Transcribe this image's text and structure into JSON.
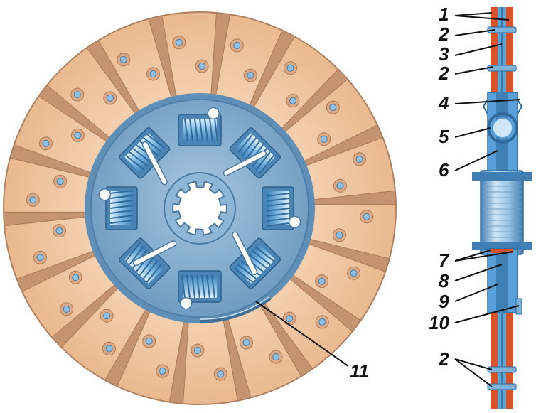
{
  "diagram": {
    "part_numbers": [
      "1",
      "2",
      "3",
      "2",
      "4",
      "5",
      "6",
      "7",
      "8",
      "9",
      "10",
      "2",
      "11"
    ]
  },
  "colors": {
    "lining": "#f2c8a3",
    "lining_shadow": "#c49470",
    "lining_edge": "#a87a5a",
    "hub_plate": "#7fa8c9",
    "hub_plate_dark": "#4c7aa0",
    "spring": "#5aa0d8",
    "spring_light": "#cfe6f7",
    "side_orange": "#d9532a",
    "side_blue": "#5fa6d6"
  }
}
